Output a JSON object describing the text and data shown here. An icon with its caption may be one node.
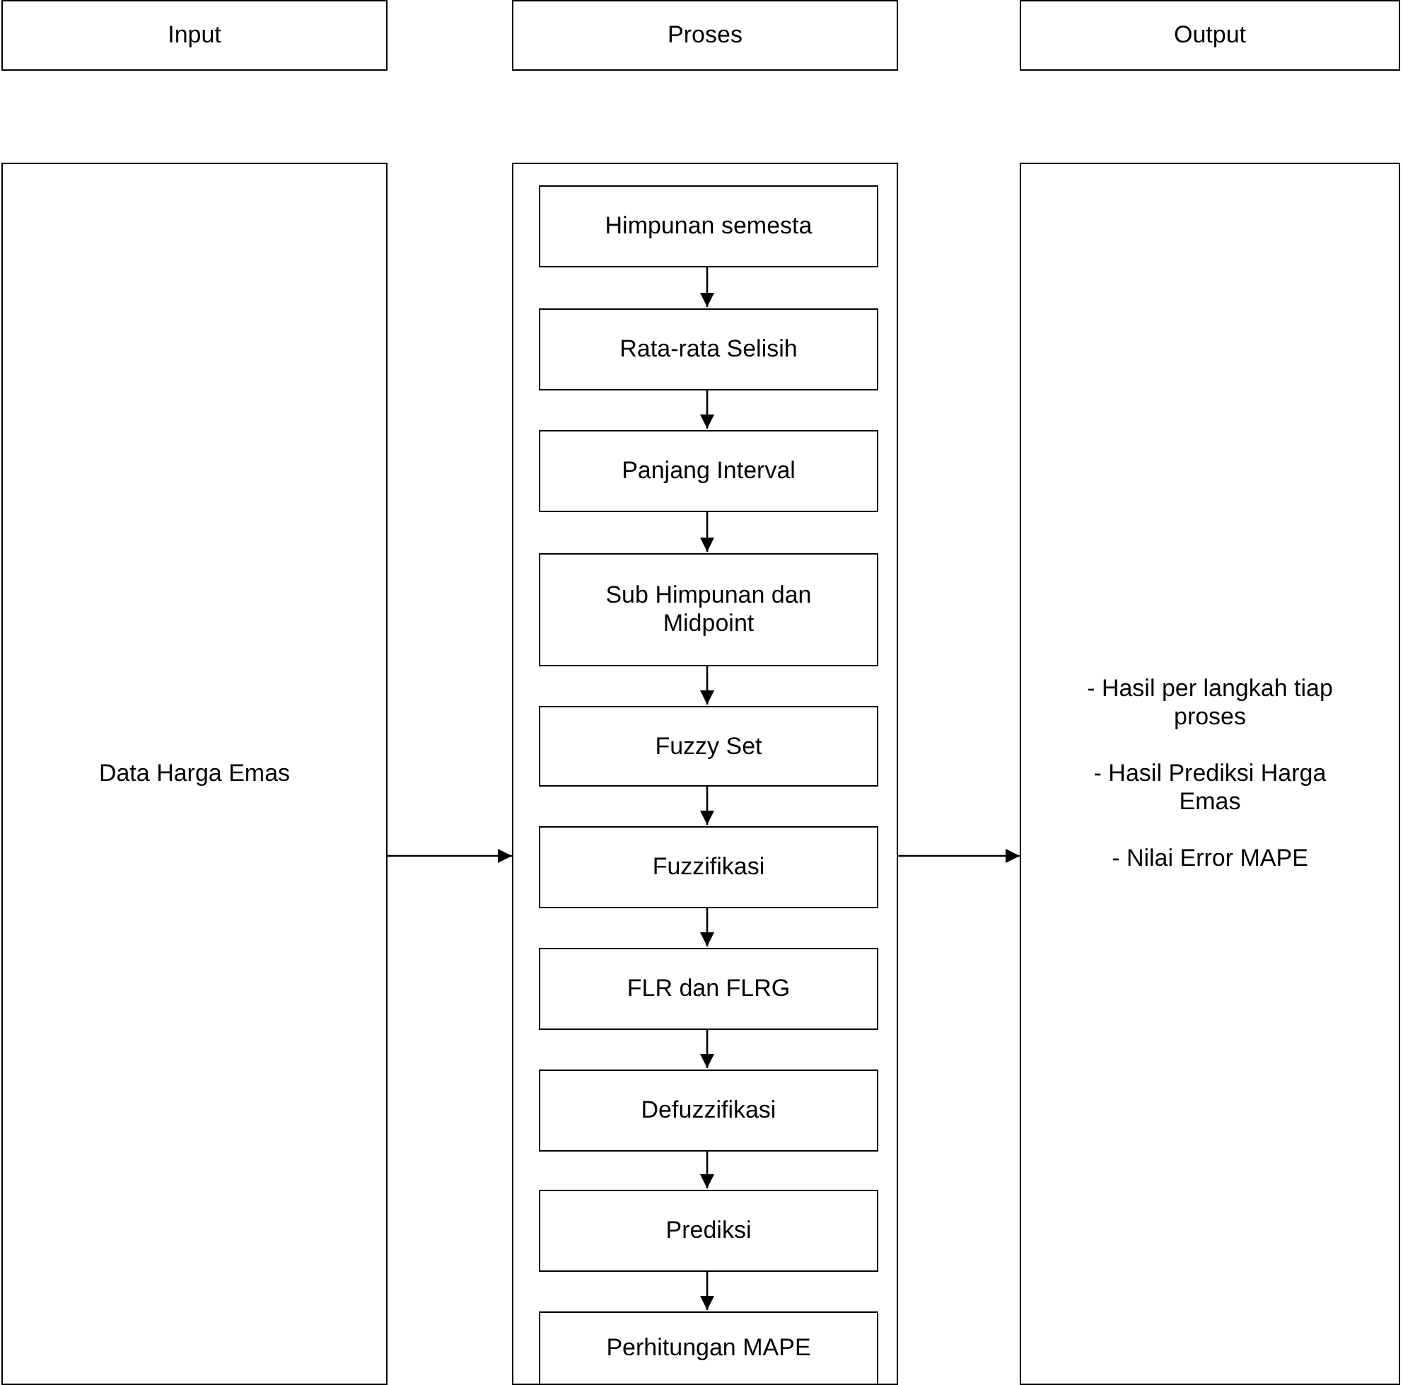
{
  "diagram": {
    "nodes": [
      {
        "text": [
          "Input"
        ]
      },
      {
        "text": [
          "Proses"
        ]
      },
      {
        "text": [
          "Output"
        ]
      },
      {
        "text": [
          "Data Harga Emas"
        ]
      },
      {
        "text": [],
        "shape": "box"
      },
      {
        "text": [
          "Himpunan semesta"
        ],
        "in": 4
      },
      {
        "text": [
          "Rata-rata Selisih"
        ],
        "in": 4
      },
      {
        "text": [
          "Panjang Interval"
        ],
        "in": 4
      },
      {
        "text": [
          "Sub Himpunan dan Midpoint"
        ],
        "in": 4
      },
      {
        "text": [
          "Fuzzy Set"
        ],
        "in": 4
      },
      {
        "text": [
          "Fuzzifikasi"
        ],
        "in": 4
      },
      {
        "text": [
          "FLR dan FLRG"
        ],
        "in": 4
      },
      {
        "text": [
          "Defuzzifikasi"
        ],
        "in": 4
      },
      {
        "text": [
          "Prediksi"
        ],
        "in": 4
      },
      {
        "text": [
          "Perhitungan MAPE"
        ],
        "in": 4
      },
      {
        "text": [
          "- Hasil per langkah tiap proses",
          "- Hasil Prediksi Harga Emas",
          "- Nilai Error MAPE"
        ]
      }
    ],
    "edges": [
      {
        "from": 3,
        "to": 4,
        "arrow": "to"
      },
      {
        "from": 4,
        "to": 15,
        "arrow": "to"
      },
      {
        "from": 5,
        "to": 6,
        "arrow": "to"
      },
      {
        "from": 6,
        "to": 7,
        "arrow": "to"
      },
      {
        "from": 7,
        "to": 8,
        "arrow": "to"
      },
      {
        "from": 8,
        "to": 9,
        "arrow": "to"
      },
      {
        "from": 9,
        "to": 10,
        "arrow": "to"
      },
      {
        "from": 10,
        "to": 11,
        "arrow": "to"
      },
      {
        "from": 11,
        "to": 12,
        "arrow": "to"
      },
      {
        "from": 12,
        "to": 13,
        "arrow": "to"
      },
      {
        "from": 13,
        "to": 14,
        "arrow": "to"
      }
    ]
  }
}
